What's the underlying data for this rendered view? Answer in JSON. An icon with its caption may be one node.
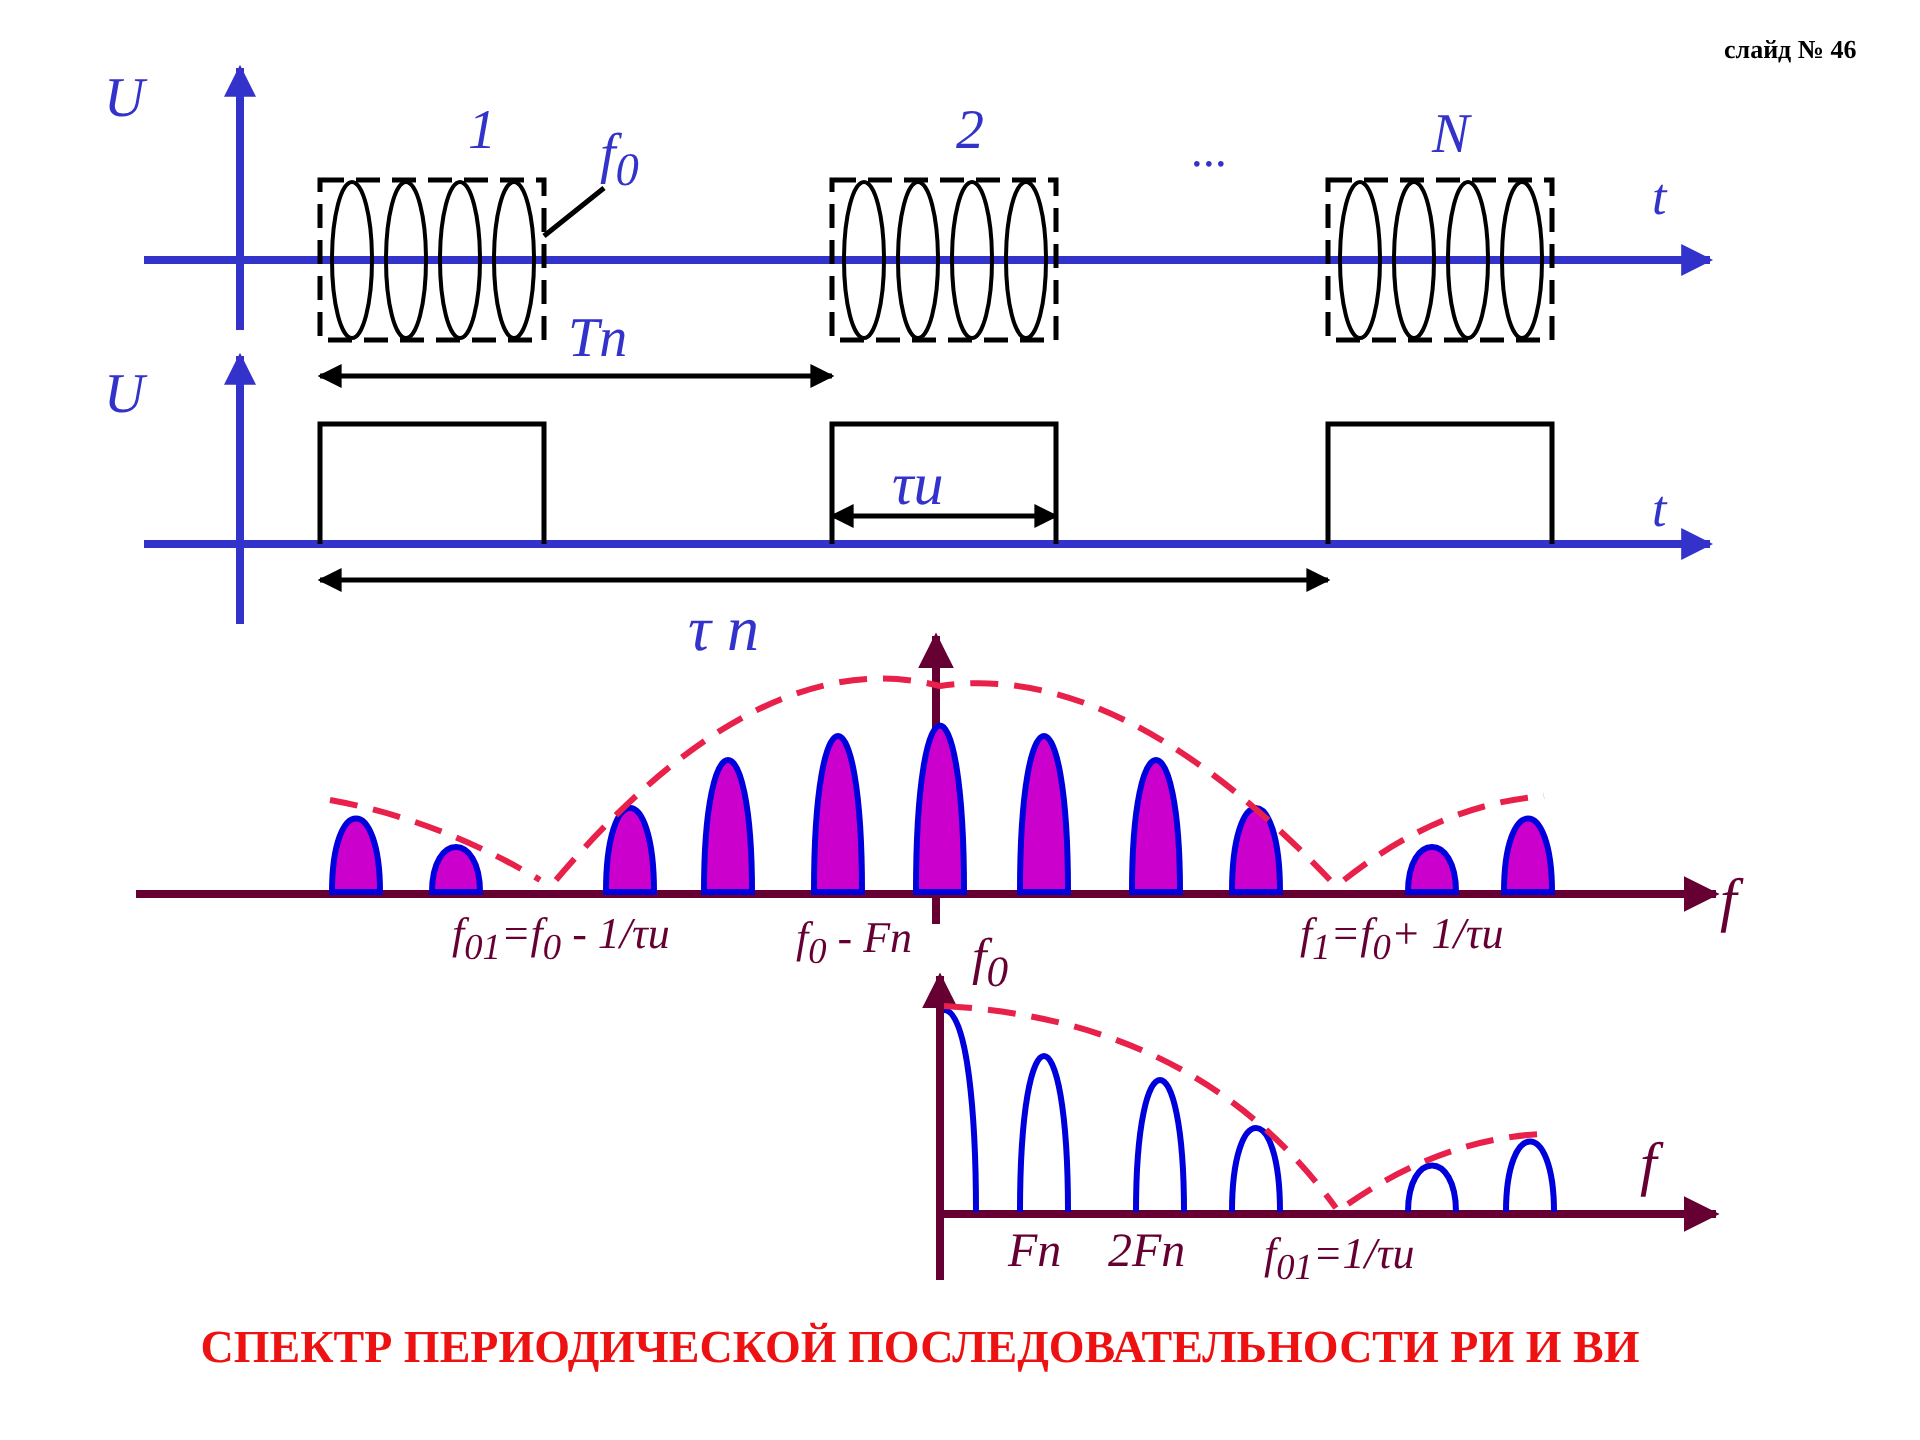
{
  "diagram": {
    "caption": "СПЕКТР ПЕРИОДИЧЕСКОЙ ПОСЛЕДОВАТЕЛЬНОСТИ РИ И ВИ",
    "nodes": [
      {
        "text": [
          "f$_{0}$"
        ]
      },
      {
        "text": [],
        "shape": "box"
      }
    ],
    "edges": [
      {
        "from": 0,
        "to": 1,
        "arrow": "none"
      }
    ],
    "labels": [
      "слайд № 46",
      "U",
      "1",
      "2",
      "...",
      "N",
      "t",
      "Tn",
      "U",
      "τu",
      "t",
      "τ n",
      "f",
      "f$_{01}$=f$_{0}$ - 1/τu",
      "f$_{0}$ - Fn",
      "f$_{0}$",
      "f$_{1}$=f$_{0}$+ 1/τu",
      "f",
      "Fn",
      "2Fn",
      "f$_{01}$=1/τu"
    ]
  }
}
